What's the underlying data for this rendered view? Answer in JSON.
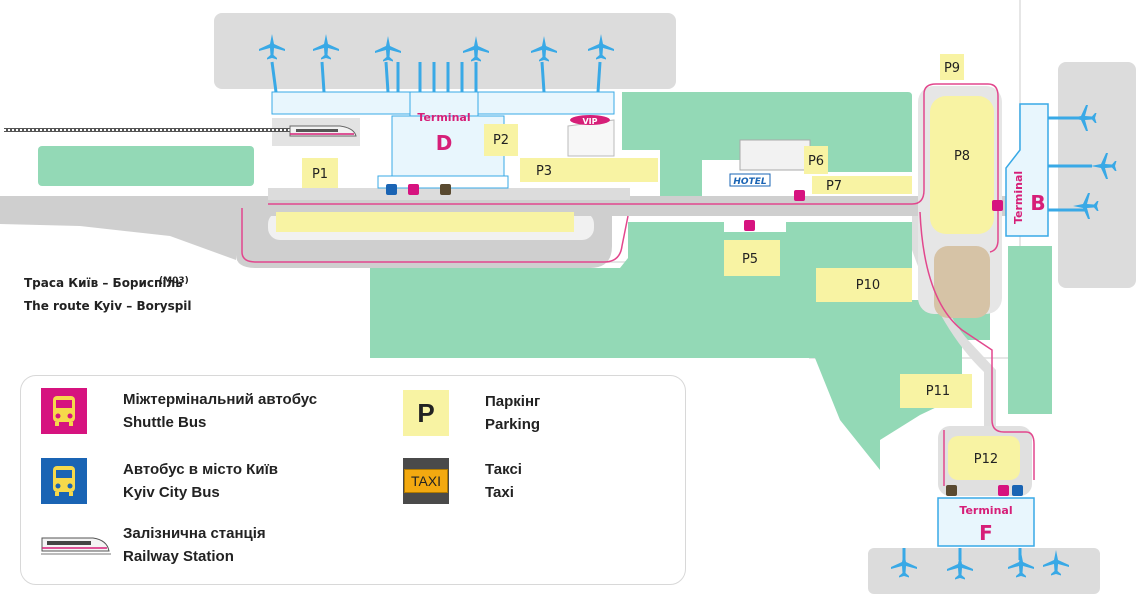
{
  "terminals": {
    "d": {
      "word": "Terminal",
      "letter": "D"
    },
    "b": {
      "word": "Terminal",
      "letter": "B"
    },
    "f": {
      "word": "Terminal",
      "letter": "F"
    }
  },
  "vip": "VIP",
  "hotel": "HOTEL",
  "parking": {
    "p1": "P1",
    "p2": "P2",
    "p3": "P3",
    "p5": "P5",
    "p6": "P6",
    "p7": "P7",
    "p8": "P8",
    "p9": "P9",
    "p10": "P10",
    "p11": "P11",
    "p12": "P12"
  },
  "route": {
    "ua": "Траса Київ – Бориспіль",
    "code": "(M03)",
    "en": "The route Kyiv – Boryspil"
  },
  "legend": {
    "shuttle": {
      "ua": "Міжтермінальний автобус",
      "en": "Shuttle Bus",
      "icon": "shuttle-bus-icon",
      "color": "#d6137f"
    },
    "city_bus": {
      "ua": "Автобус в місто Київ",
      "en": "Kyiv City Bus",
      "icon": "city-bus-icon",
      "color": "#1a64b4"
    },
    "railway": {
      "ua": "Залізнична станція",
      "en": "Railway  Station",
      "icon": "train-icon"
    },
    "parking": {
      "symbol": "P",
      "ua": "Паркінг",
      "en": "Parking",
      "icon": "parking-icon",
      "color": "#f8f3a3"
    },
    "taxi": {
      "symbol": "TAXI",
      "ua": "Таксі",
      "en": "Taxi",
      "icon": "taxi-icon",
      "color": "#f3a910"
    }
  },
  "colors": {
    "green": "#93d9b6",
    "apron": "#dadada",
    "road": "#c8c8c8",
    "parking": "#f8f3a3",
    "terminal": "#e8f6fd",
    "accent": "#d61f78"
  }
}
